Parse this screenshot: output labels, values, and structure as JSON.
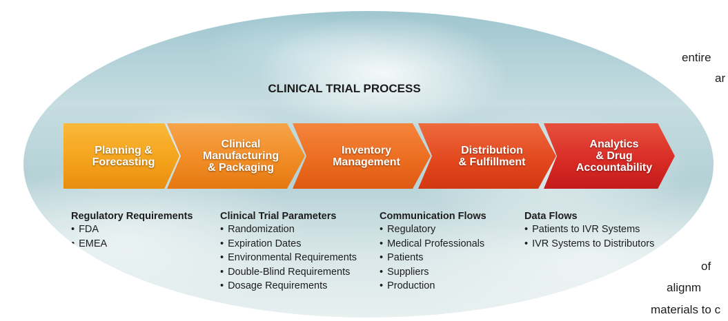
{
  "title": "CLINICAL TRIAL PROCESS",
  "colors": {
    "step1": "#f6a81e",
    "step2": "#f08b22",
    "step3": "#eb6b1e",
    "step4": "#e2461c",
    "step5": "#d72a24",
    "text": "#1c1c1c",
    "background_water": "#b4d1d6"
  },
  "steps": [
    {
      "label": "Planning &\nForecasting"
    },
    {
      "label": "Clinical\nManufacturing\n& Packaging"
    },
    {
      "label": "Inventory\nManagement"
    },
    {
      "label": "Distribution\n& Fulfillment"
    },
    {
      "label": "Analytics\n& Drug\nAccountability"
    }
  ],
  "columns": [
    {
      "heading": "Regulatory Requirements",
      "items": [
        "FDA",
        "EMEA"
      ]
    },
    {
      "heading": "Clinical Trial Parameters",
      "items": [
        "Randomization",
        "Expiration Dates",
        "Environmental Requirements",
        "Double-Blind Requirements",
        "Dosage Requirements"
      ]
    },
    {
      "heading": "Communication Flows",
      "items": [
        "Regulatory",
        "Medical Professionals",
        "Patients",
        "Suppliers",
        "Production"
      ]
    },
    {
      "heading": "Data Flows",
      "items": [
        "Patients to IVR Systems",
        "IVR Systems to Distributors"
      ]
    }
  ],
  "bullet": "•",
  "side_fragments": [
    "entire",
    "ar",
    "of",
    "alignm",
    "materials to c"
  ]
}
